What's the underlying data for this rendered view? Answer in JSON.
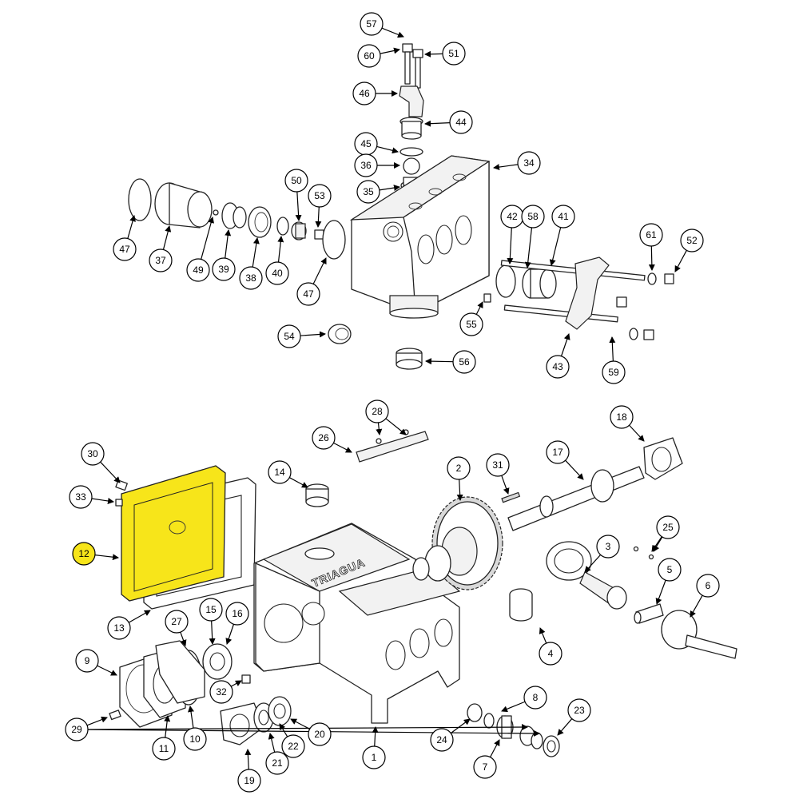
{
  "diagram": {
    "brand_text": "TRIAGUA",
    "highlight_color": "#f7e51a",
    "highlighted_part": "12",
    "callout_labels": [
      "57",
      "60",
      "51",
      "46",
      "44",
      "45",
      "36",
      "34",
      "35",
      "50",
      "53",
      "47",
      "37",
      "49",
      "39",
      "38",
      "40",
      "47",
      "42",
      "58",
      "41",
      "61",
      "52",
      "55",
      "43",
      "59",
      "54",
      "56",
      "28",
      "26",
      "18",
      "30",
      "14",
      "2",
      "31",
      "17",
      "33",
      "25",
      "12",
      "3",
      "5",
      "6",
      "13",
      "27",
      "15",
      "16",
      "4",
      "9",
      "32",
      "8",
      "29",
      "11",
      "10",
      "19",
      "21",
      "22",
      "20",
      "24",
      "7",
      "23",
      "1"
    ]
  }
}
